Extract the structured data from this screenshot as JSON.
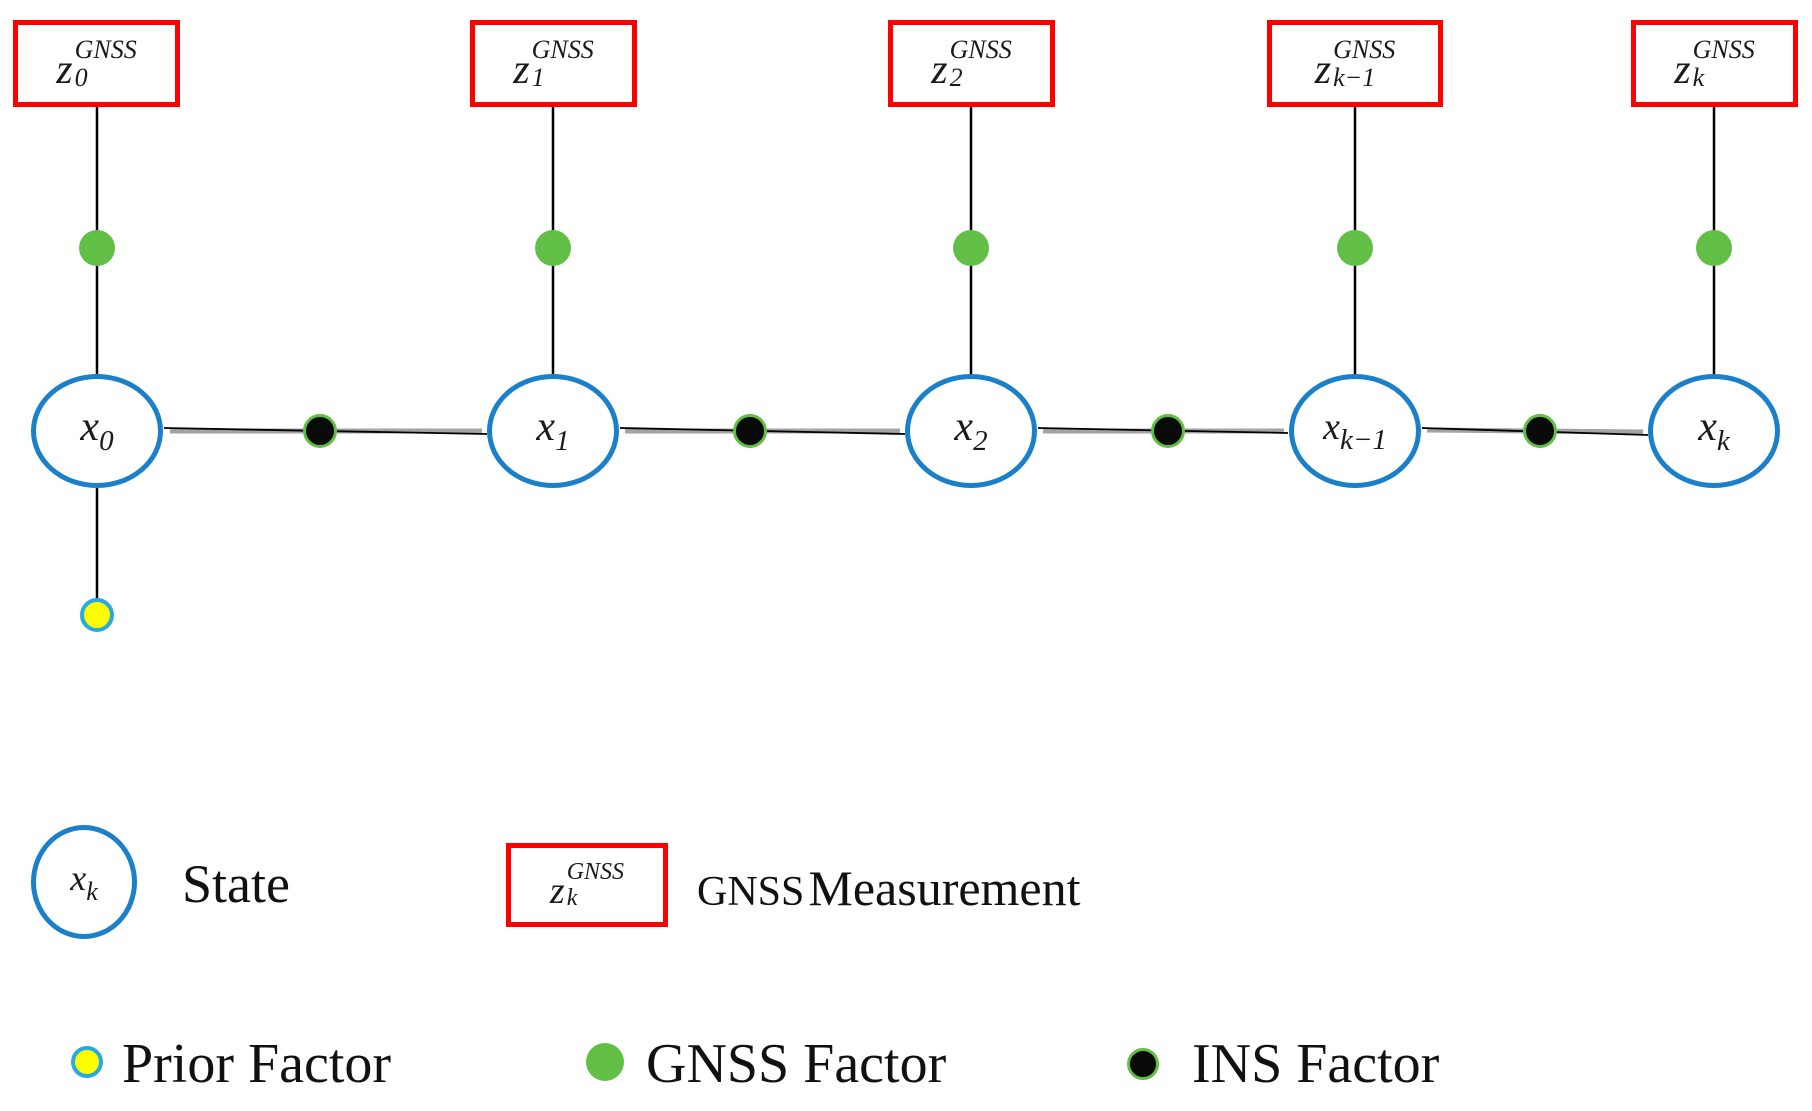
{
  "colors": {
    "state_blue": "#1b80c9",
    "measurement_red": "#fe0000",
    "gnss_green": "#62bf46",
    "prior_yellow": "#fdfd02",
    "prior_ring_blue": "#29a9e1",
    "ins_black": "#0a0a0a",
    "edge_gray": "#a3a3a3",
    "line_black": "#000000"
  },
  "graph": {
    "measurements": [
      {
        "base": "z",
        "sub": "0",
        "sup": "GNSS"
      },
      {
        "base": "z",
        "sub": "1",
        "sup": "GNSS"
      },
      {
        "base": "z",
        "sub": "2",
        "sup": "GNSS"
      },
      {
        "base": "z",
        "sub": "k−1",
        "sup": "GNSS"
      },
      {
        "base": "z",
        "sub": "k",
        "sup": "GNSS"
      }
    ],
    "states": [
      {
        "base": "x",
        "sub": "0"
      },
      {
        "base": "x",
        "sub": "1"
      },
      {
        "base": "x",
        "sub": "2"
      },
      {
        "base": "x",
        "sub": "k−1"
      },
      {
        "base": "x",
        "sub": "k"
      }
    ]
  },
  "legend": {
    "state": {
      "symbol": {
        "base": "x",
        "sub": "k"
      },
      "label": "State"
    },
    "measurement": {
      "symbol": {
        "base": "z",
        "sub": "k",
        "sup": "GNSS"
      },
      "label_prefix": "GNSS",
      "label": "Measurement"
    },
    "factors": [
      {
        "label": "Prior Factor"
      },
      {
        "label": "GNSS Factor"
      },
      {
        "label": "INS Factor"
      }
    ]
  }
}
